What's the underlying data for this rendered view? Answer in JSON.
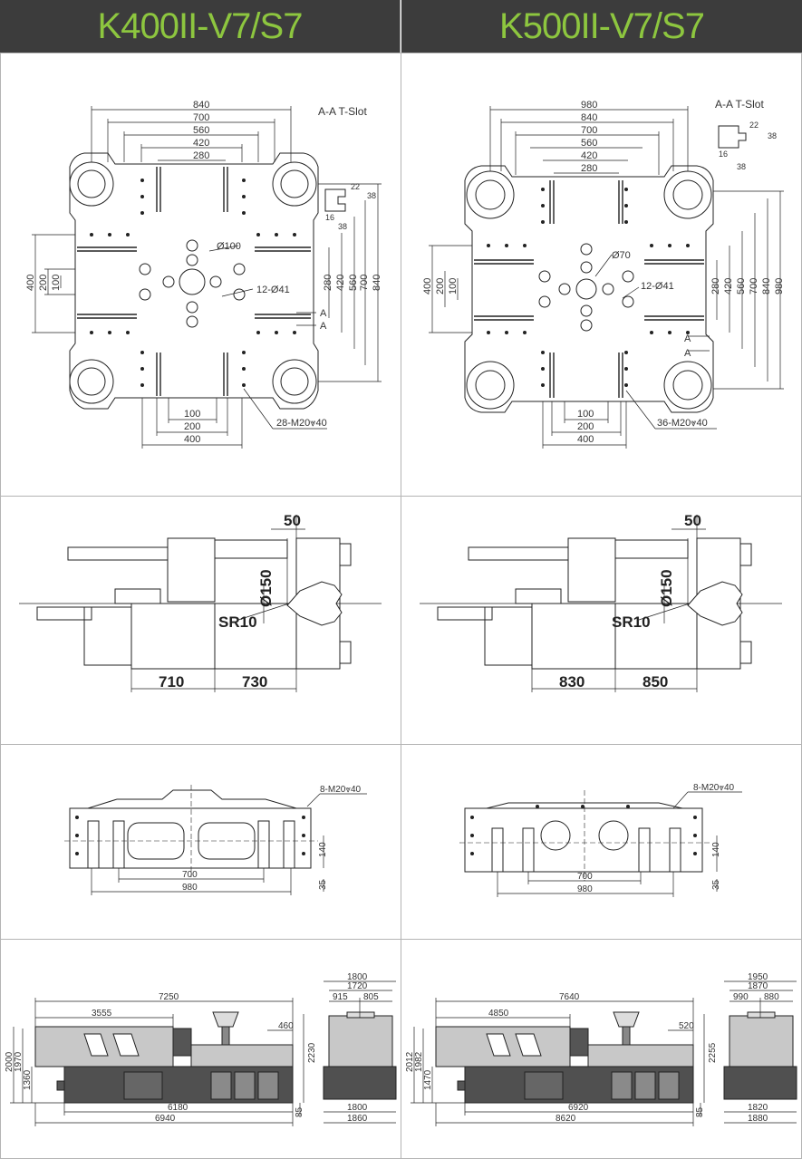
{
  "models": [
    {
      "title": "K400II-V7/S7",
      "platen": {
        "widths": [
          "840",
          "700",
          "560",
          "420",
          "280"
        ],
        "bottom_dims": [
          "100",
          "200",
          "400"
        ],
        "left_dims": [
          "400",
          "200",
          "100"
        ],
        "right_dims": [
          "280",
          "420",
          "560",
          "700",
          "840"
        ],
        "center_hole": "Ø100",
        "holes_note": "12-Ø41",
        "thread_note": "28-M20⩔40",
        "tslot_title": "A-A T-Slot",
        "tslot_dims": [
          "22",
          "38",
          "16",
          "38"
        ],
        "section_mark": "A"
      },
      "nozzle": {
        "top": "50",
        "dia": "Ø150",
        "sr": "SR10",
        "bottom": [
          "710",
          "730"
        ]
      },
      "ejector": {
        "thread": "8-M20⩔40",
        "w1": "700",
        "w2": "980",
        "h1": "140",
        "h2": "35"
      },
      "machine": {
        "length": "7250",
        "len2": "3555",
        "height": "2000",
        "h2": "1970",
        "h3": "1360",
        "top_h": "2230",
        "side": "460",
        "base1": "6180",
        "base2": "6940",
        "foot": "85",
        "end_w1": "1800",
        "end_w2": "1720",
        "end_a": "915",
        "end_b": "805",
        "end_b1": "1800",
        "end_b2": "1860"
      }
    },
    {
      "title": "K500II-V7/S7",
      "platen": {
        "widths": [
          "980",
          "840",
          "700",
          "560",
          "420",
          "280"
        ],
        "bottom_dims": [
          "100",
          "200",
          "400"
        ],
        "left_dims": [
          "400",
          "200",
          "100"
        ],
        "right_dims": [
          "280",
          "420",
          "560",
          "700",
          "840",
          "980"
        ],
        "center_hole": "Ø70",
        "holes_note": "12-Ø41",
        "thread_note": "36-M20⩔40",
        "tslot_title": "A-A T-Slot",
        "tslot_dims": [
          "22",
          "38",
          "16",
          "38"
        ],
        "section_mark": "A"
      },
      "nozzle": {
        "top": "50",
        "dia": "Ø150",
        "sr": "SR10",
        "bottom": [
          "830",
          "850"
        ]
      },
      "ejector": {
        "thread": "8-M20⩔40",
        "w1": "700",
        "w2": "980",
        "h1": "140",
        "h2": "35"
      },
      "machine": {
        "length": "7640",
        "len2": "4850",
        "height": "2012",
        "h2": "1982",
        "h3": "1470",
        "top_h": "2255",
        "side": "520",
        "base1": "6920",
        "base2": "8620",
        "foot": "85",
        "end_w1": "1950",
        "end_w2": "1870",
        "end_a": "990",
        "end_b": "880",
        "end_b1": "1820",
        "end_b2": "1880"
      }
    }
  ],
  "colors": {
    "header_bg": "#3c3c3c",
    "title": "#8dc63f",
    "line": "#222222",
    "grid": "#b4b4b4"
  }
}
